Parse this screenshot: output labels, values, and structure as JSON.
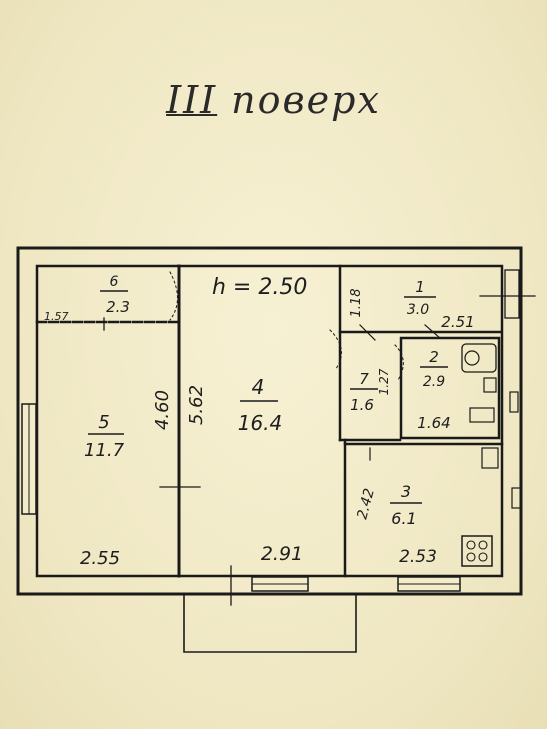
{
  "title": {
    "roman": "III",
    "word": "поверх"
  },
  "ceiling_height": "h = 2.50",
  "rooms": [
    {
      "number": "1",
      "area": "3.0"
    },
    {
      "number": "2",
      "area": "2.9"
    },
    {
      "number": "3",
      "area": "6.1"
    },
    {
      "number": "4",
      "area": "16.4"
    },
    {
      "number": "5",
      "area": "11.7"
    },
    {
      "number": "6",
      "area": "2.3"
    },
    {
      "number": "7",
      "area": "1.6"
    }
  ],
  "dimensions": {
    "room5_width": "2.55",
    "room4_width": "2.91",
    "room3_width": "2.53",
    "room5_depth": "4.60",
    "room4_depth": "5.62",
    "room3_depth": "2.42",
    "room1_width": "2.51",
    "room1_depth": "1.18",
    "room7_depth": "1.27",
    "room2_width": "1.64",
    "room6_width": "1.57"
  }
}
